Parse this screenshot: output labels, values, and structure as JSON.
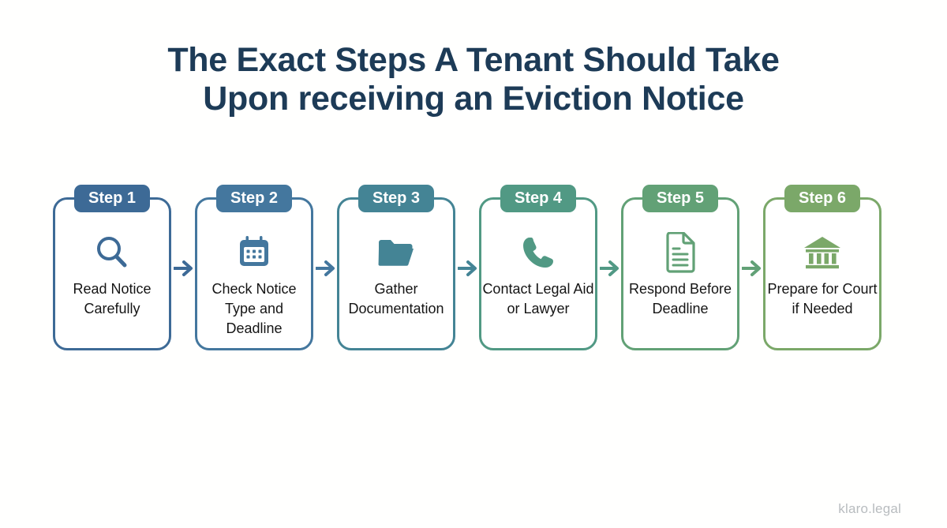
{
  "title": {
    "line1": "The Exact Steps A Tenant Should Take",
    "line2": "Upon receiving an Eviction Notice",
    "color": "#1d3b57"
  },
  "watermark": "klaro.legal",
  "palette": {
    "background": "#fffffe",
    "title": "#1d3b57",
    "label": "#151515",
    "watermark": "#b8bcbf",
    "step_colors": [
      "#3d6a96",
      "#44779e",
      "#448495",
      "#519984",
      "#62a176",
      "#7ba869"
    ]
  },
  "steps": [
    {
      "badge": "Step 1",
      "label": "Read Notice Carefully",
      "icon": "magnifier-icon",
      "color": "#3d6a96"
    },
    {
      "badge": "Step 2",
      "label": "Check Notice Type and Deadline",
      "icon": "calendar-icon",
      "color": "#44779e"
    },
    {
      "badge": "Step 3",
      "label": "Gather Documentation",
      "icon": "folder-icon",
      "color": "#448495"
    },
    {
      "badge": "Step 4",
      "label": "Contact Legal Aid or Lawyer",
      "icon": "phone-icon",
      "color": "#519984"
    },
    {
      "badge": "Step 5",
      "label": "Respond Before Deadline",
      "icon": "document-icon",
      "color": "#62a176"
    },
    {
      "badge": "Step 6",
      "label": "Prepare for Court if Needed",
      "icon": "bank-icon",
      "color": "#7ba869"
    }
  ]
}
